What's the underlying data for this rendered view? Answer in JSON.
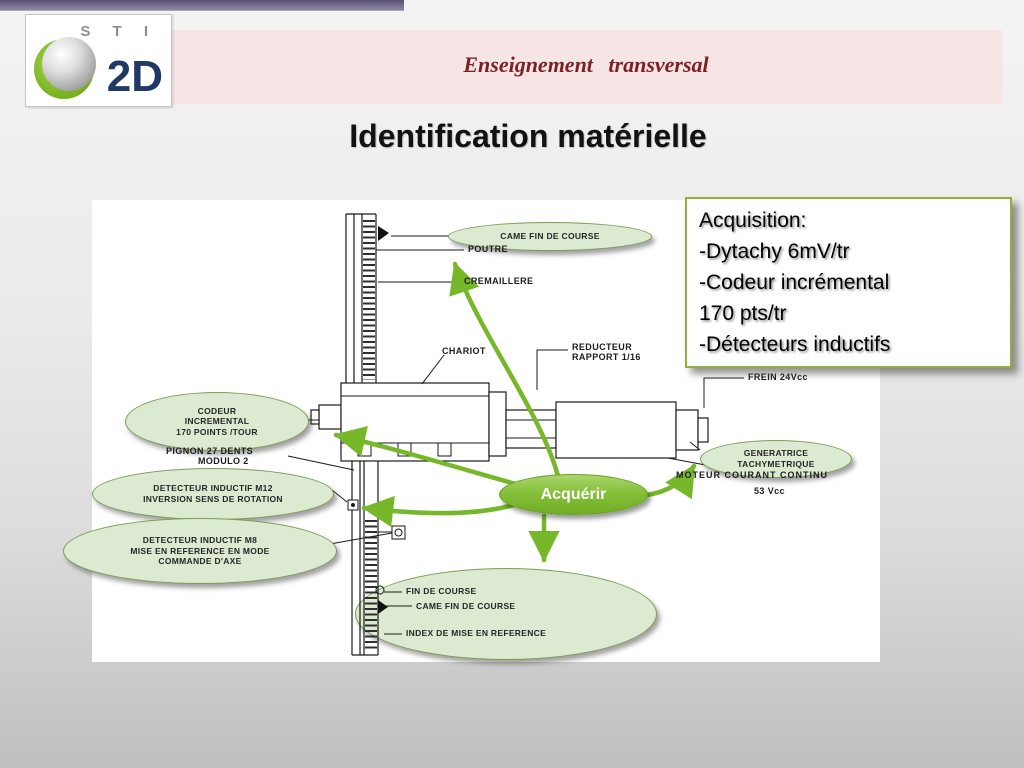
{
  "header": {
    "banner_title": "Enseignement transversal",
    "logo_sti": "S T I",
    "logo_2d": "2D"
  },
  "title": "Identification matérielle",
  "acquisition": {
    "title": "Acquisition:",
    "items": [
      "-Dytachy 6mV/tr",
      "-Codeur incrémental",
      "170 pts/tr",
      "-Détecteurs inductifs"
    ]
  },
  "diagram": {
    "labels": {
      "poutre": "POUTRE",
      "cremaillere": "CREMAILLERE",
      "chariot": "CHARIOT",
      "reducteur_line1": "REDUCTEUR",
      "reducteur_line2": "RAPPORT 1/16",
      "frein": "FREIN 24Vcc",
      "moteur": "MOTEUR COURANT CONTINU",
      "moteur_tension": "53 Vcc",
      "pignon_line1": "PIGNON 27 DENTS",
      "pignon_line2": "MODULO 2"
    },
    "ovals": {
      "came_haut": {
        "lines": [
          "CAME FIN DE COURSE"
        ]
      },
      "codeur": {
        "lines": [
          "CODEUR",
          "INCREMENTAL",
          "170 POINTS /TOUR"
        ]
      },
      "detecteur_m12": {
        "lines": [
          "DETECTEUR INDUCTIF M12",
          "INVERSION SENS DE ROTATION"
        ]
      },
      "detecteur_m8": {
        "lines": [
          "DETECTEUR INDUCTIF M8",
          "MISE EN REFERENCE EN MODE",
          "COMMANDE D'AXE"
        ]
      },
      "generatrice": {
        "lines": [
          "GENERATRICE",
          "TACHYMETRIQUE"
        ]
      },
      "fin_course": {
        "lines": [
          "FIN DE COURSE",
          "CAME FIN DE COURSE",
          "INDEX DE MISE EN REFERENCE"
        ]
      }
    },
    "action_label": "Acquérir"
  },
  "colors": {
    "banner_bg": "#f7e5e5",
    "banner_text": "#7b2125",
    "accent_green": "#76b82a",
    "oval_bg": "#dcead2",
    "oval_border": "#7d9c55",
    "box_border": "#8fae3e",
    "logo_blue": "#203864"
  }
}
